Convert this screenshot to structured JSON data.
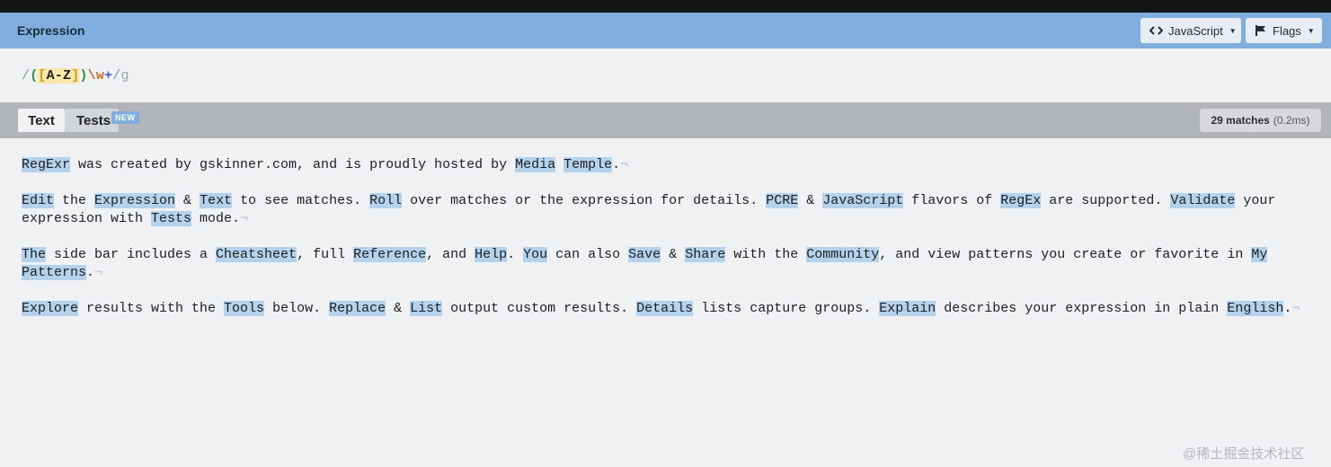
{
  "header": {
    "title": "Expression",
    "language_label": "JavaScript",
    "flags_label": "Flags",
    "code_icon": "code-icon",
    "flag_icon": "flag-icon"
  },
  "expression": {
    "open_delim": "/",
    "group_open": "(",
    "set_open": "[",
    "range": "A-Z",
    "set_close": "]",
    "group_close": ")",
    "escape": "\\w",
    "quantifier": "+",
    "close_delim": "/",
    "flags": "g"
  },
  "tabs": {
    "text_label": "Text",
    "tests_label": "Tests",
    "new_badge": "NEW"
  },
  "matches": {
    "count_label": "29 matches",
    "timing": "(0.2ms)"
  },
  "text_lines": [
    "RegExr was created by gskinner.com, and is proudly hosted by Media Temple.",
    "Edit the Expression & Text to see matches. Roll over matches or the expression for details. PCRE & JavaScript flavors of RegEx are supported. Validate your expression with Tests mode.",
    "The side bar includes a Cheatsheet, full Reference, and Help. You can also Save & Share with the Community, and view patterns you create or favorite in My Patterns.",
    "Explore results with the Tools below. Replace & List output custom results. Details lists capture groups. Explain describes your expression in plain English."
  ],
  "watermark": "@稀土掘金技术社区",
  "colors": {
    "header_bg": "#7faedf",
    "match_highlight": "#b5d2ec",
    "tab_bar_bg": "#b1b5b9"
  }
}
